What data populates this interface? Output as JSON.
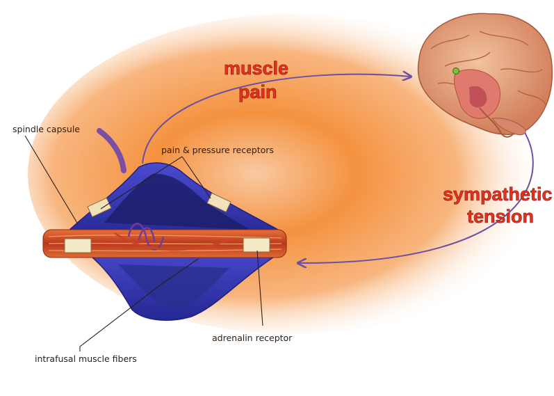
{
  "labels": {
    "muscle_pain_line1": "muscle",
    "muscle_pain_line2": "pain",
    "sympathetic_line1": "sympathetic",
    "sympathetic_line2": "tension",
    "spindle_capsule": "spindle capsule",
    "pain_pressure_receptors": "pain & pressure receptors",
    "adrenalin_receptor": "adrenalin receptor",
    "intrafusal_fibers": "intrafusal muscle fibers"
  },
  "colors": {
    "glow": "#f07a1c",
    "cycle_arrow": "#6a4fa3",
    "capsule": "#3d3fb8",
    "muscle": "#d2522a",
    "big_text": "#e5311f",
    "brain": "#e9a276"
  },
  "icons": {
    "brain": "brain-illustration",
    "spindle": "muscle-spindle-illustration"
  }
}
